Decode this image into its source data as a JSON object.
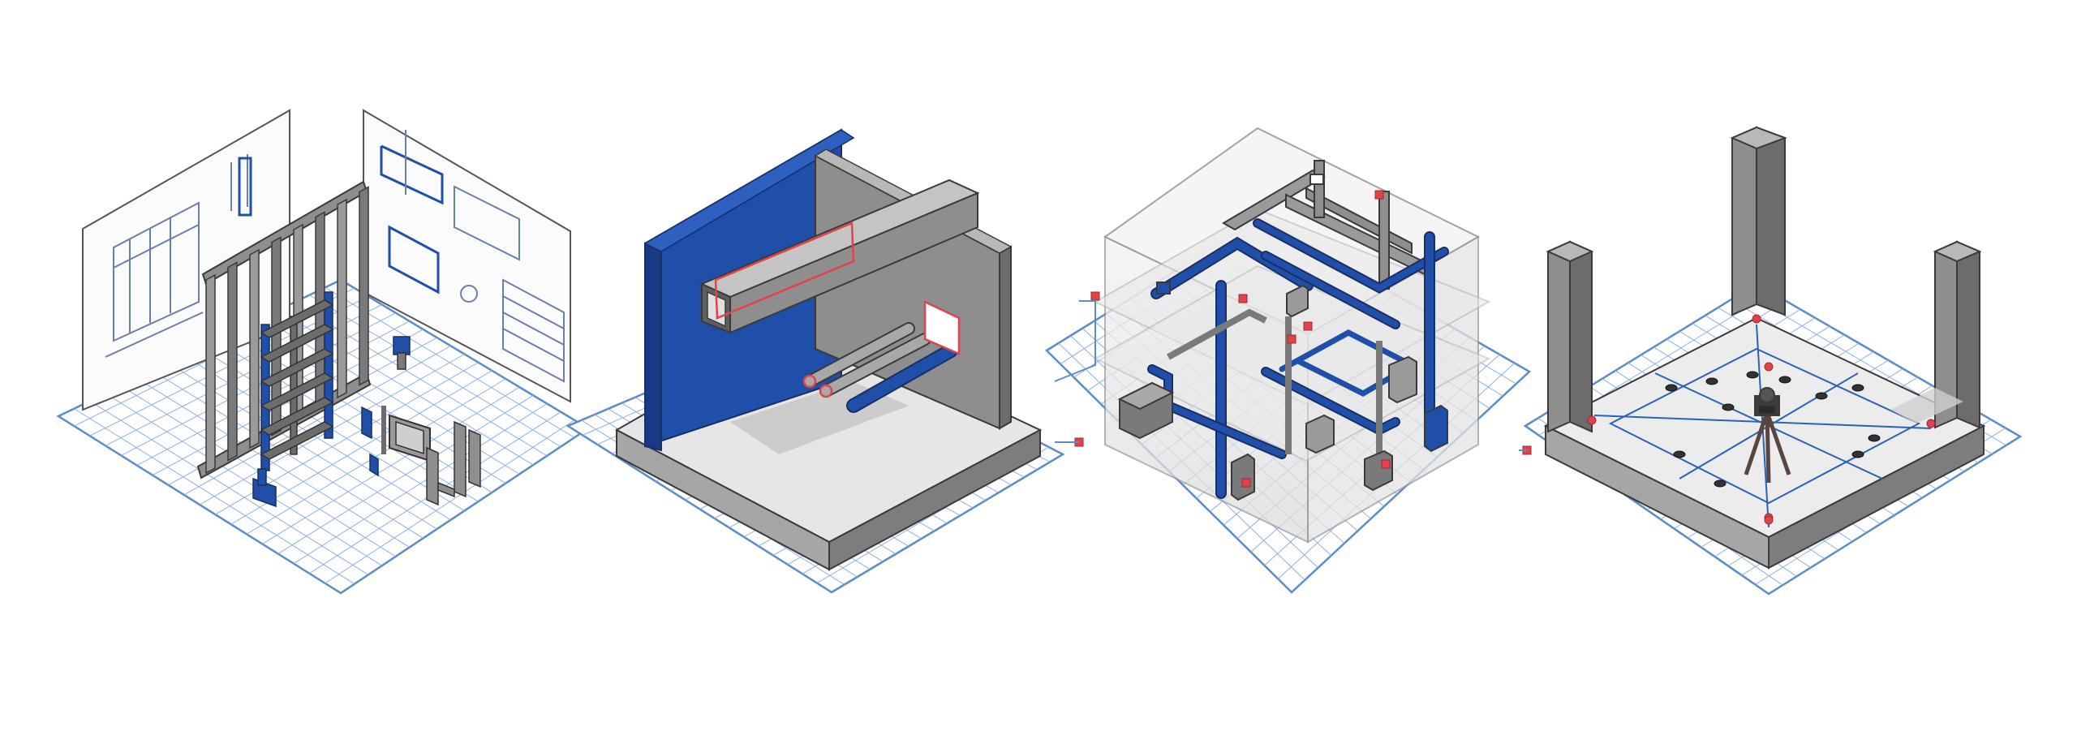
{
  "diagram": {
    "panels": [
      {
        "id": "prefab-framing",
        "label": ""
      },
      {
        "id": "wall-penetrations",
        "label": ""
      },
      {
        "id": "mep-coordination",
        "label": ""
      },
      {
        "id": "layout-survey",
        "label": ""
      }
    ]
  },
  "colors": {
    "background": "#ffffff",
    "grid": "#5b8cc9",
    "accent_blue": "#1f4fa8",
    "steel_grey": "#8e8e8e",
    "steel_dark": "#5f5f5f",
    "concrete_light": "#e6e6e6",
    "marker_red": "#e0444a",
    "outline": "#3a3a3a"
  }
}
